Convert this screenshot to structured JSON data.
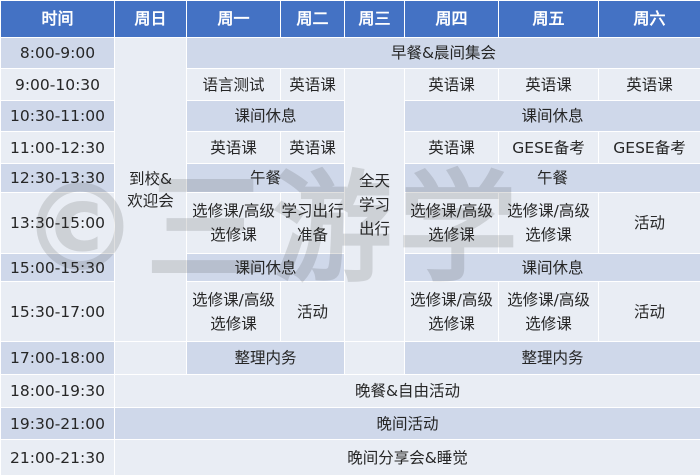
{
  "header": {
    "time": "时间",
    "days": [
      "周日",
      "周一",
      "周二",
      "周三",
      "周四",
      "周五",
      "周六"
    ]
  },
  "times": [
    "8:00-9:00",
    "9:00-10:30",
    "10:30-11:00",
    "11:00-12:30",
    "12:30-13:30",
    "13:30-15:00",
    "15:00-15:30",
    "15:30-17:00",
    "17:00-18:00",
    "18:00-19:30",
    "19:30-21:00",
    "21:00-21:30"
  ],
  "cells": {
    "sunday": "到校&欢迎会",
    "breakfast": "早餐&晨间集会",
    "wednesday": "全天学习出行",
    "mon_0900": "语言测试",
    "tue_0900": "英语课",
    "thu_0900": "英语课",
    "fri_0900": "英语课",
    "sat_0900": "英语课",
    "monTue_1030": "课间休息",
    "thuSat_1030": "课间休息",
    "mon_1100": "英语课",
    "tue_1100": "英语课",
    "thu_1100": "英语课",
    "fri_1100": "GESE备考",
    "sat_1100": "GESE备考",
    "monTue_1230": "午餐",
    "thuSat_1230": "午餐",
    "mon_1330": "选修课/高级选修课",
    "tue_1330": "学习出行准备",
    "thu_1330": "选修课/高级选修课",
    "fri_1330": "选修课/高级选修课",
    "sat_1330": "活动",
    "monTue_1500": "课间休息",
    "thuSat_1500": "课间休息",
    "mon_1530": "选修课/高级选修课",
    "tue_1530": "活动",
    "thu_1530": "选修课/高级选修课",
    "fri_1530": "选修课/高级选修课",
    "sat_1530": "活动",
    "monTue_1700": "整理内务",
    "thuSat_1700": "整理内务",
    "dinner": "晚餐&自由活动",
    "evening": "晚间活动",
    "night": "晚间分享会&睡觉"
  },
  "watermark": "©三游学"
}
